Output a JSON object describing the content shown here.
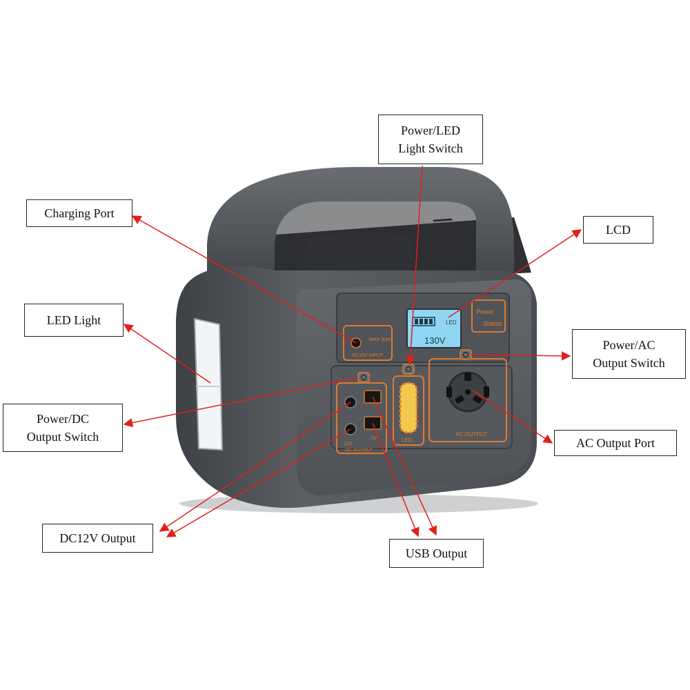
{
  "callouts": {
    "power_led_switch": "Power/LED\nLight Switch",
    "charging_port": "Charging Port",
    "lcd": "LCD",
    "led_light": "LED Light",
    "power_ac_switch": "Power/AC\nOutput Switch",
    "power_dc_switch": "Power/DC\nOutput Switch",
    "ac_output_port": "AC Output Port",
    "dc12v_output": "DC12V Output",
    "usb_output": "USB Output"
  },
  "device": {
    "brand_label": "Power\nStation",
    "input_label": "DC15V INPUT",
    "max_label": "MAX 30W",
    "lcd_reading": "130V",
    "lcd_tag": "LED",
    "dc_output_label": "DC OUTPUT",
    "dc_12v": "12V",
    "dc_5v": "5V",
    "led_label": "LED",
    "ac_output_label": "AC OUTPUT"
  },
  "colors": {
    "body": "#5a5d62",
    "accent": "#e07b2e",
    "arrow": "#e0201c",
    "lcd": "#8fd6f2"
  }
}
